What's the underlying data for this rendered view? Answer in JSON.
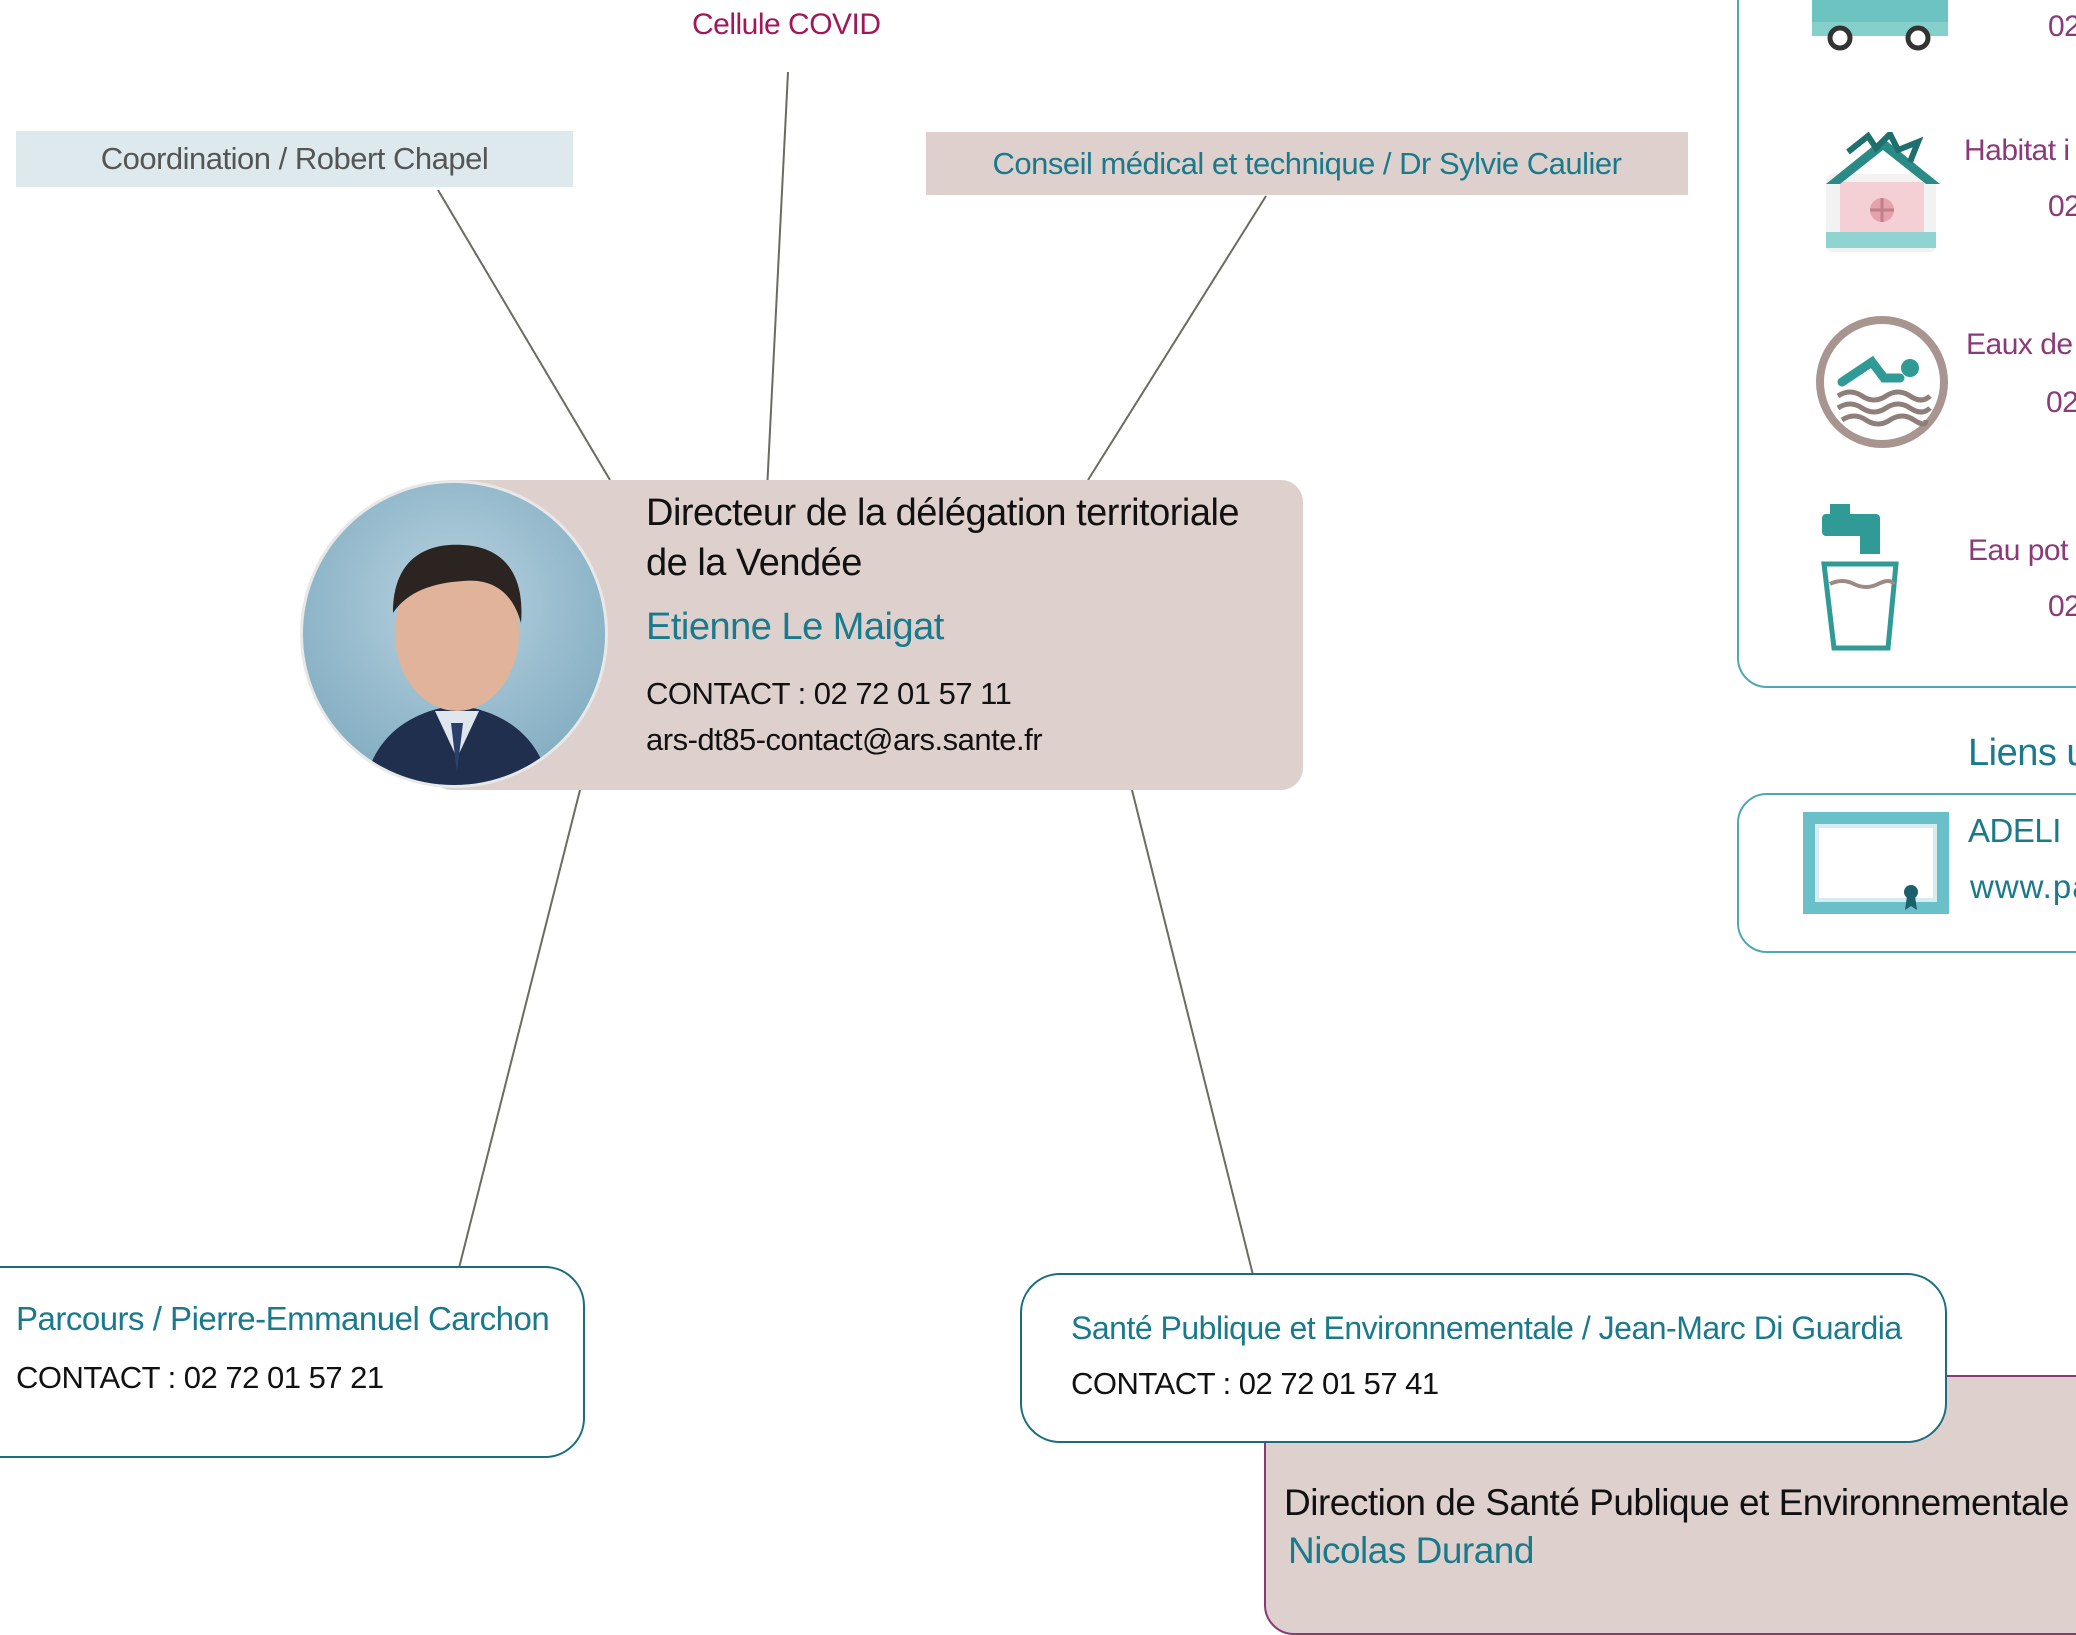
{
  "top_label": "Cellule COVID",
  "coordination": "Coordination / Robert Chapel",
  "conseil": "Conseil médical et technique / Dr Sylvie Caulier",
  "director": {
    "title_line1": "Directeur de la délégation territoriale",
    "title_line2": "de la Vendée",
    "name": "Etienne Le Maigat",
    "contact": "CONTACT : 02 72 01 57 11",
    "email": "ars-dt85-contact@ars.sante.fr"
  },
  "parcours": {
    "title": "Parcours /  Pierre-Emmanuel Carchon",
    "contact": "CONTACT : 02 72 01 57 21"
  },
  "sante_publique": {
    "title": "Santé Publique et Environnementale / Jean-Marc Di Guardia",
    "contact": "CONTACT :  02 72 01 57 41"
  },
  "direction_spe": {
    "title": "Direction de Santé Publique et Environnementale",
    "name": "Nicolas Durand"
  },
  "right_panel": {
    "items": [
      {
        "icon": "truck-icon",
        "label": "",
        "phone": "02"
      },
      {
        "icon": "house-icon",
        "label": "Habitat i",
        "phone": "02"
      },
      {
        "icon": "swimmer-icon",
        "label": "Eaux de",
        "phone": "02"
      },
      {
        "icon": "faucet-icon",
        "label": "Eau pot",
        "phone": "02"
      }
    ]
  },
  "liens": {
    "title": "Liens u",
    "item_label": "ADELI",
    "item_url": "www.pa"
  },
  "colors": {
    "teal": "#1a7a8c",
    "purple": "#8b3a78",
    "crimson": "#a0185a",
    "box_rose": "#ddd0cd",
    "box_blue": "#dde9ec",
    "icon_teal": "#4fb0b0"
  }
}
